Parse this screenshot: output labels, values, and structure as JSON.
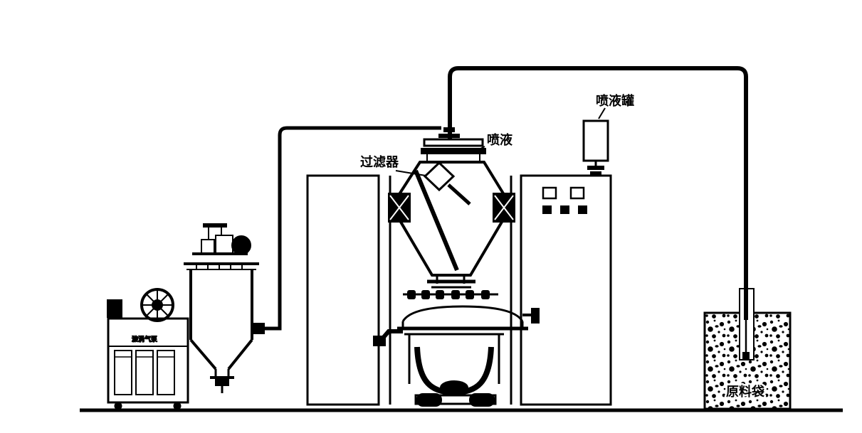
{
  "colors": {
    "ink": "#000000",
    "paper": "#ffffff"
  },
  "labels": {
    "filter": "过滤器",
    "spray_liquid": "喷液",
    "spray_tank": "喷液罐",
    "raw_material_bag": "原料袋",
    "vortex_air_pump": "漩涡气泵"
  }
}
